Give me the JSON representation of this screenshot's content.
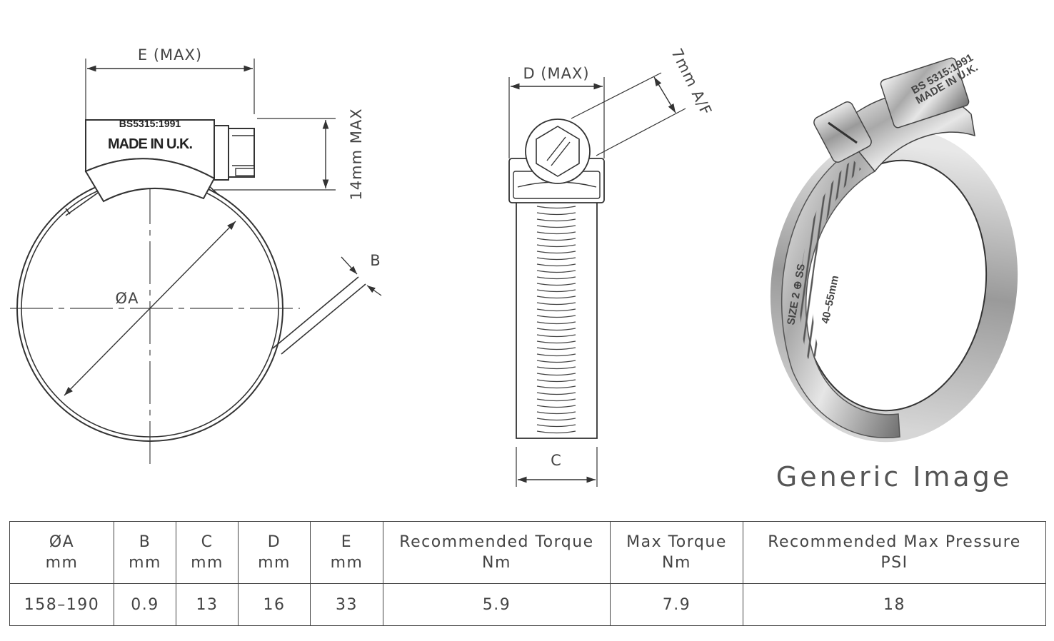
{
  "side_view": {
    "dim_e_label": "E (MAX)",
    "dim_height_label": "14mm MAX",
    "dim_b_label": "B",
    "dim_diameter_label": "ØA",
    "stamp_line1": "BS5315:1991",
    "stamp_line2": "MADE IN U.K."
  },
  "front_view": {
    "dim_d_label": "D (MAX)",
    "dim_af_label": "7mm A/F",
    "dim_c_label": "C"
  },
  "photo": {
    "caption": "Generic Image",
    "band_text": "SIZE 2 ⊕ SS",
    "band_range": "40–55mm",
    "housing_line1": "BS 5315:1991",
    "housing_line2": "MADE IN U.K."
  },
  "table": {
    "headers": [
      {
        "name": "ØA",
        "unit": "mm"
      },
      {
        "name": "B",
        "unit": "mm"
      },
      {
        "name": "C",
        "unit": "mm"
      },
      {
        "name": "D",
        "unit": "mm"
      },
      {
        "name": "E",
        "unit": "mm"
      },
      {
        "name": "Recommended Torque",
        "unit": "Nm"
      },
      {
        "name": "Max Torque",
        "unit": "Nm"
      },
      {
        "name": "Recommended Max Pressure",
        "unit": "PSI"
      }
    ],
    "values": [
      "158–190",
      "0.9",
      "13",
      "16",
      "33",
      "5.9",
      "7.9",
      "18"
    ]
  }
}
